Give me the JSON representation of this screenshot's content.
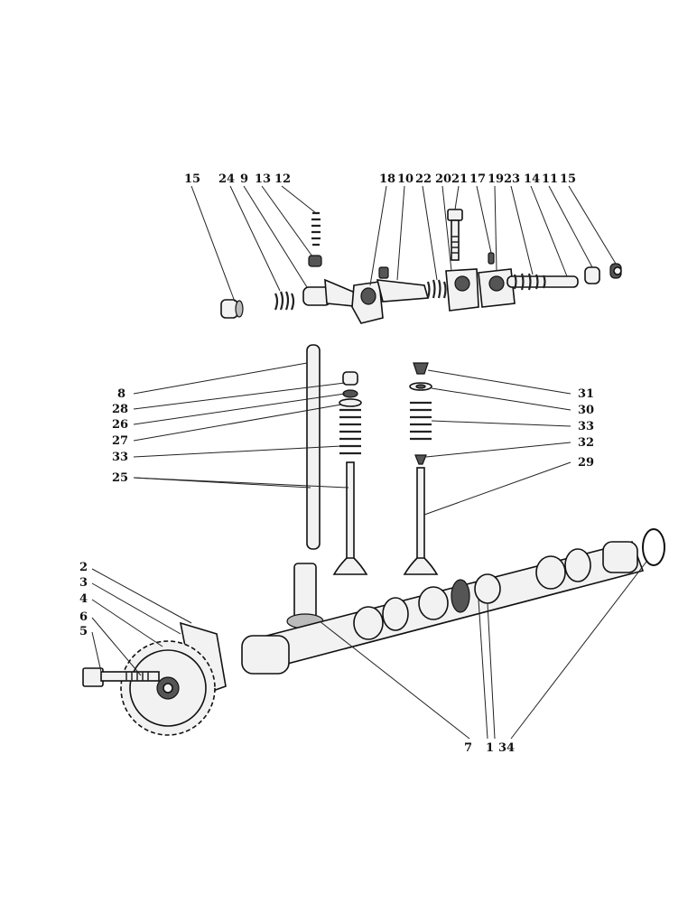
{
  "callouts": {
    "top": [
      "15",
      "24",
      "9",
      "13",
      "12",
      "18",
      "10",
      "22",
      "20",
      "21",
      "17",
      "19",
      "23",
      "14",
      "11",
      "15"
    ],
    "valve_left": [
      "8",
      "28",
      "26",
      "27",
      "33",
      "25"
    ],
    "valve_right": [
      "31",
      "30",
      "33",
      "32",
      "29"
    ],
    "gear": [
      "2",
      "3",
      "4",
      "6",
      "5"
    ],
    "bottom": [
      "7",
      "1",
      "34"
    ]
  },
  "colors": {
    "ink": "#111111",
    "paper": "#ffffff",
    "part_fill": "#f2f2f2"
  }
}
